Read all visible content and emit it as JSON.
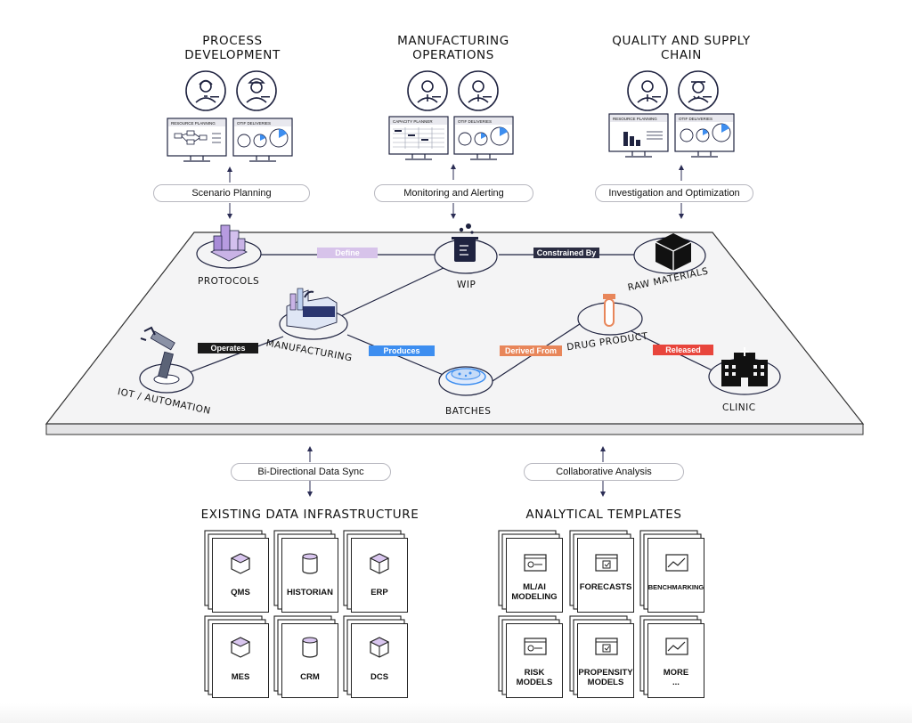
{
  "personas": {
    "process_development": "PROCESS\nDEVELOPMENT",
    "manufacturing_operations": "MANUFACTURING\nOPERATIONS",
    "quality_supply_chain": "QUALITY AND SUPPLY\nCHAIN"
  },
  "monitors": {
    "resource_planning": "RESOURCE PLANNING",
    "otif_deliveries": "OTIF DELIVERIES",
    "capacity_planner": "CAPACITY PLANNER"
  },
  "pills": {
    "scenario_planning": "Scenario Planning",
    "monitoring_alerting": "Monitoring and Alerting",
    "investigation_optimization": "Investigation and Optimization",
    "bidirectional_sync": "Bi-Directional Data Sync",
    "collaborative_analysis": "Collaborative Analysis"
  },
  "nodes": {
    "protocols": "PROTOCOLS",
    "wip": "WIP",
    "raw_materials": "RAW MATERIALS",
    "manufacturing": "MANUFACTURING",
    "iot_automation": "IOT / AUTOMATION",
    "batches": "BATCHES",
    "drug_product": "DRUG PRODUCT",
    "clinic": "CLINIC"
  },
  "relations": {
    "define": "Define",
    "constrained_by": "Constrained By",
    "operates": "Operates",
    "produces": "Produces",
    "derived_from": "Derived From",
    "released": "Released"
  },
  "colors": {
    "define": "#d7c3ea",
    "constrained_by": "#2b2d42",
    "operates": "#1a1a1a",
    "produces": "#3d8ef0",
    "derived_from": "#e8865a",
    "released": "#e8453c",
    "platform": "#f3f3f4"
  },
  "sections": {
    "existing_data": "EXISTING DATA INFRASTRUCTURE",
    "analytical_templates": "ANALYTICAL TEMPLATES"
  },
  "data_sources": {
    "qms": "QMS",
    "historian": "HISTORIAN",
    "erp": "ERP",
    "mes": "MES",
    "crm": "CRM",
    "dcs": "DCS"
  },
  "templates": {
    "ml_ai": "ML/AI\nMODELING",
    "forecasts": "FORECASTS",
    "benchmarking": "BENCHMARKING",
    "risk_models": "RISK\nMODELS",
    "propensity_models": "PROPENSITY\nMODELS",
    "more": "MORE\n..."
  }
}
